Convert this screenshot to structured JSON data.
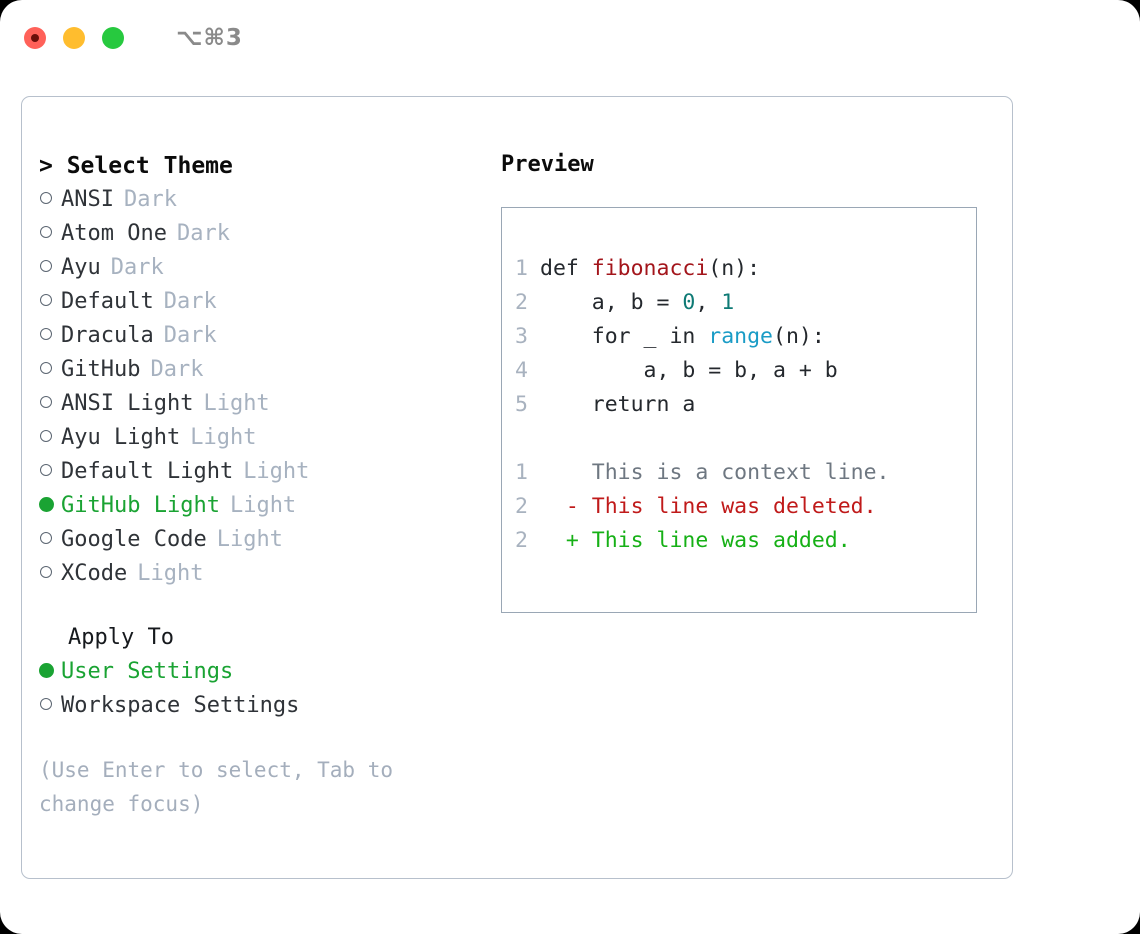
{
  "titlebar": {
    "shortcut": "⌥⌘3",
    "lights": [
      {
        "name": "close",
        "color": "#ff6159"
      },
      {
        "name": "minimize",
        "color": "#ffbd2e"
      },
      {
        "name": "maximize",
        "color": "#27c93f"
      }
    ]
  },
  "theme_picker": {
    "heading": "> Select Theme",
    "selected": "GitHub Light",
    "accent_color": "#1aa333",
    "tag_color": "#a7b2c0",
    "options": [
      {
        "name": "ANSI",
        "tag": "Dark",
        "selected": false
      },
      {
        "name": "Atom One",
        "tag": "Dark",
        "selected": false
      },
      {
        "name": "Ayu",
        "tag": "Dark",
        "selected": false
      },
      {
        "name": "Default",
        "tag": "Dark",
        "selected": false
      },
      {
        "name": "Dracula",
        "tag": "Dark",
        "selected": false
      },
      {
        "name": "GitHub",
        "tag": "Dark",
        "selected": false
      },
      {
        "name": "ANSI Light",
        "tag": "Light",
        "selected": false
      },
      {
        "name": "Ayu Light",
        "tag": "Light",
        "selected": false
      },
      {
        "name": "Default Light",
        "tag": "Light",
        "selected": false
      },
      {
        "name": "GitHub Light",
        "tag": "Light",
        "selected": true
      },
      {
        "name": "Google Code",
        "tag": "Light",
        "selected": false
      },
      {
        "name": "XCode",
        "tag": "Light",
        "selected": false
      }
    ]
  },
  "apply_to": {
    "heading": "Apply To",
    "selected": "User Settings",
    "options": [
      {
        "name": "User Settings",
        "selected": true
      },
      {
        "name": "Workspace Settings",
        "selected": false
      }
    ]
  },
  "hint": "(Use Enter to select, Tab to change focus)",
  "preview": {
    "title": "Preview",
    "code_lines": [
      {
        "num": "1",
        "parts": [
          {
            "t": "def ",
            "c": "code-txt"
          },
          {
            "t": "fibonacci",
            "c": "tok-fn"
          },
          {
            "t": "(n):",
            "c": "code-txt"
          }
        ]
      },
      {
        "num": "2",
        "parts": [
          {
            "t": "    a, b = ",
            "c": "code-txt"
          },
          {
            "t": "0",
            "c": "tok-num"
          },
          {
            "t": ", ",
            "c": "code-txt"
          },
          {
            "t": "1",
            "c": "tok-num"
          }
        ]
      },
      {
        "num": "3",
        "parts": [
          {
            "t": "    for _ in ",
            "c": "code-txt"
          },
          {
            "t": "range",
            "c": "tok-call"
          },
          {
            "t": "(n):",
            "c": "code-txt"
          }
        ]
      },
      {
        "num": "4",
        "parts": [
          {
            "t": "        a, b = b, a + b",
            "c": "code-txt"
          }
        ]
      },
      {
        "num": "5",
        "parts": [
          {
            "t": "    return a",
            "c": "code-txt"
          }
        ]
      }
    ],
    "diff_lines": [
      {
        "num": "1",
        "marker": " ",
        "text": " This is a context line.",
        "c": "tok-ctx"
      },
      {
        "num": "2",
        "marker": "-",
        "text": " This line was deleted.",
        "c": "tok-del"
      },
      {
        "num": "2",
        "marker": "+",
        "text": " This line was added.",
        "c": "tok-add"
      }
    ]
  }
}
